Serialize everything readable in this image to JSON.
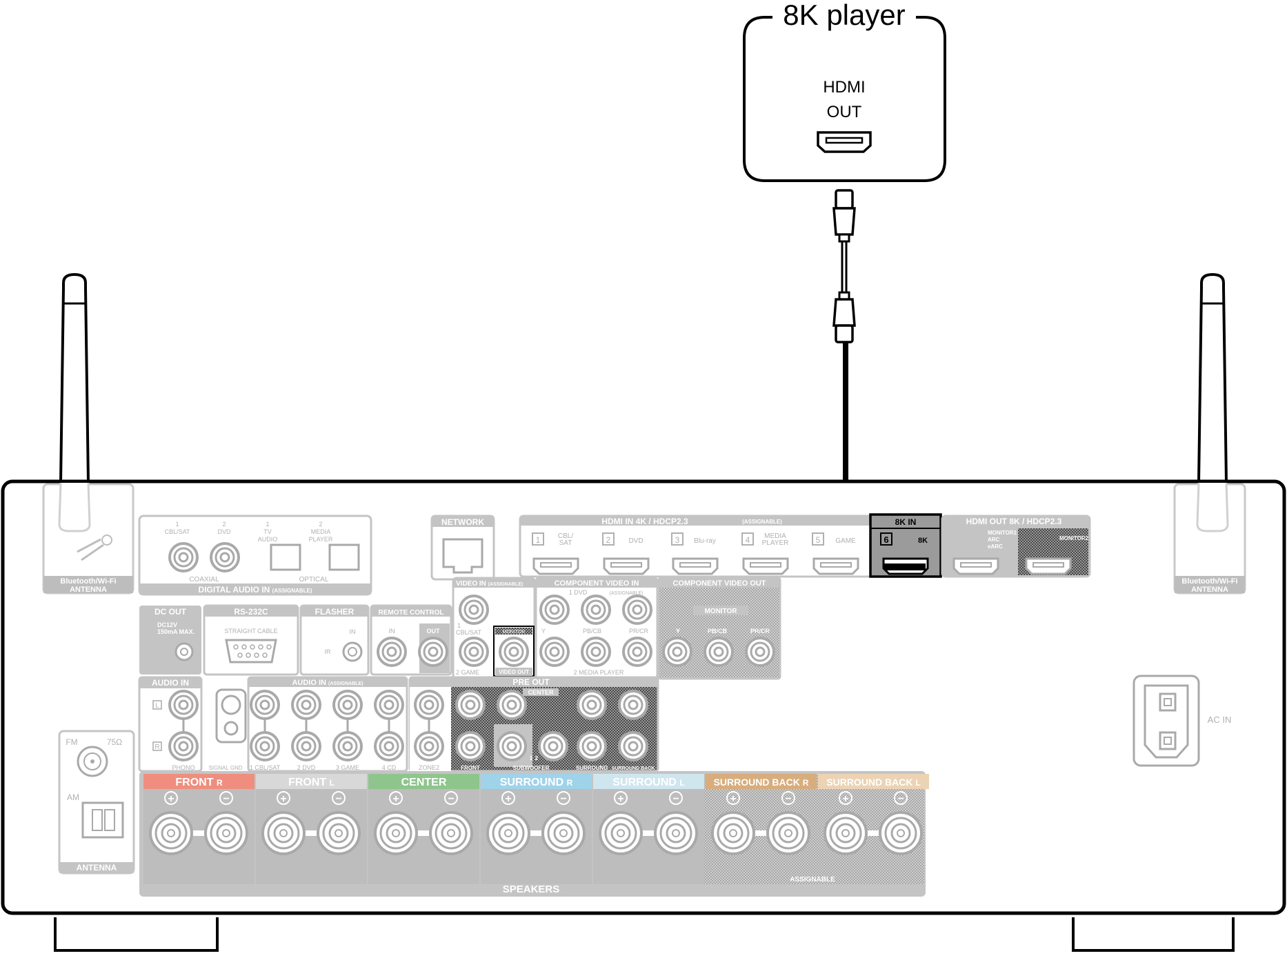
{
  "player": {
    "title": "8K player",
    "port_line1": "HDMI",
    "port_line2": "OUT"
  },
  "antennas": {
    "left_line1": "Bluetooth/Wi-Fi",
    "left_line2": "ANTENNA",
    "right_line1": "Bluetooth/Wi-Fi",
    "right_line2": "ANTENNA"
  },
  "digital_audio": {
    "header": "DIGITAL AUDIO IN",
    "assignable": "(ASSIGNABLE)",
    "coaxial": "COAXIAL",
    "optical": "OPTICAL",
    "port1_num": "1",
    "port1_name": "CBL/SAT",
    "port2_num": "2",
    "port2_name": "DVD",
    "port3_num": "1",
    "port3_name_a": "TV",
    "port3_name_b": "AUDIO",
    "port4_num": "2",
    "port4_name_a": "MEDIA",
    "port4_name_b": "PLAYER"
  },
  "network": {
    "header": "NETWORK"
  },
  "hdmi_in": {
    "header": "HDMI IN 4K / HDCP2.3",
    "assignable": "(ASSIGNABLE)",
    "ports": [
      {
        "num": "1",
        "name_a": "CBL/",
        "name_b": "SAT"
      },
      {
        "num": "2",
        "name_a": "DVD",
        "name_b": ""
      },
      {
        "num": "3",
        "name_a": "Blu-ray",
        "name_b": ""
      },
      {
        "num": "4",
        "name_a": "MEDIA",
        "name_b": "PLAYER"
      },
      {
        "num": "5",
        "name_a": "GAME",
        "name_b": ""
      }
    ]
  },
  "hdmi_8k_in": {
    "header": "8K IN",
    "num": "6",
    "name": "8K"
  },
  "hdmi_out": {
    "header": "HDMI OUT 8K / HDCP2.3",
    "monitor1_a": "MONITOR1",
    "monitor1_b": "ARC",
    "monitor1_c": "eARC",
    "monitor2": "MONITOR2"
  },
  "video_in": {
    "header": "VIDEO IN",
    "assignable": "(ASSIGNABLE)",
    "p1_num": "1",
    "p1_name": "CBL/SAT",
    "p2_name": "2 GAME",
    "monitor": "MONITOR",
    "video_out": "VIDEO OUT"
  },
  "component_in": {
    "header": "COMPONENT VIDEO IN",
    "assignable": "(ASSIGNABLE)",
    "row1": "1 DVD",
    "row2": "2 MEDIA PLAYER",
    "y": "Y",
    "pb": "PB/CB",
    "pr": "PR/CR"
  },
  "component_out": {
    "header": "COMPONENT VIDEO OUT",
    "monitor": "MONITOR",
    "y": "Y",
    "pb": "PB/CB",
    "pr": "PR/CR"
  },
  "dc_out": {
    "header": "DC OUT",
    "line1": "DC12V",
    "line2": "150mA MAX."
  },
  "rs232c": {
    "header": "RS-232C",
    "cable": "STRAIGHT CABLE"
  },
  "flasher": {
    "header": "FLASHER",
    "in": "IN",
    "ir": "IR"
  },
  "remote": {
    "header": "REMOTE CONTROL",
    "in": "IN",
    "out": "OUT"
  },
  "audio_in": {
    "header": "AUDIO IN",
    "l": "L",
    "r": "R",
    "phono": "PHONO",
    "signal_gnd": "SIGNAL GND",
    "assign_header": "AUDIO IN",
    "assignable": "(ASSIGNABLE)",
    "inputs": [
      "1 CBL/SAT",
      "2 DVD",
      "3 GAME",
      "4 CD"
    ]
  },
  "pre_out": {
    "header": "PRE OUT",
    "center": "CENTER",
    "zone2": "ZONE2",
    "front": "FRONT",
    "subwoofer": "SUBWOOFER",
    "surround": "SURROUND",
    "surround_back": "SURROUND BACK",
    "sub1": "1",
    "sub2": "2"
  },
  "antenna": {
    "fm": "FM",
    "ohm": "75Ω",
    "am": "AM",
    "label": "ANTENNA"
  },
  "speakers": {
    "label": "SPEAKERS",
    "assignable": "ASSIGNABLE",
    "channels": [
      {
        "name": "FRONT",
        "side": "R",
        "color": "#ef8e7e"
      },
      {
        "name": "FRONT",
        "side": "L",
        "color": "#d8d8d8"
      },
      {
        "name": "CENTER",
        "side": "",
        "color": "#8ec58c"
      },
      {
        "name": "SURROUND",
        "side": "R",
        "color": "#9fd3ea"
      },
      {
        "name": "SURROUND",
        "side": "L",
        "color": "#cfe6ef"
      },
      {
        "name": "SURROUND BACK",
        "side": "R",
        "color": "#d8ad7d"
      },
      {
        "name": "SURROUND BACK",
        "side": "L",
        "color": "#ecd3b4"
      }
    ],
    "plus": "+",
    "minus": "−"
  },
  "ac_in": {
    "label": "AC IN"
  },
  "colors": {
    "outline": "#000000",
    "panel_gray": "#bdbdbd",
    "panel_dark": "#a6a6a6",
    "highlight": "#9b9b9b"
  }
}
